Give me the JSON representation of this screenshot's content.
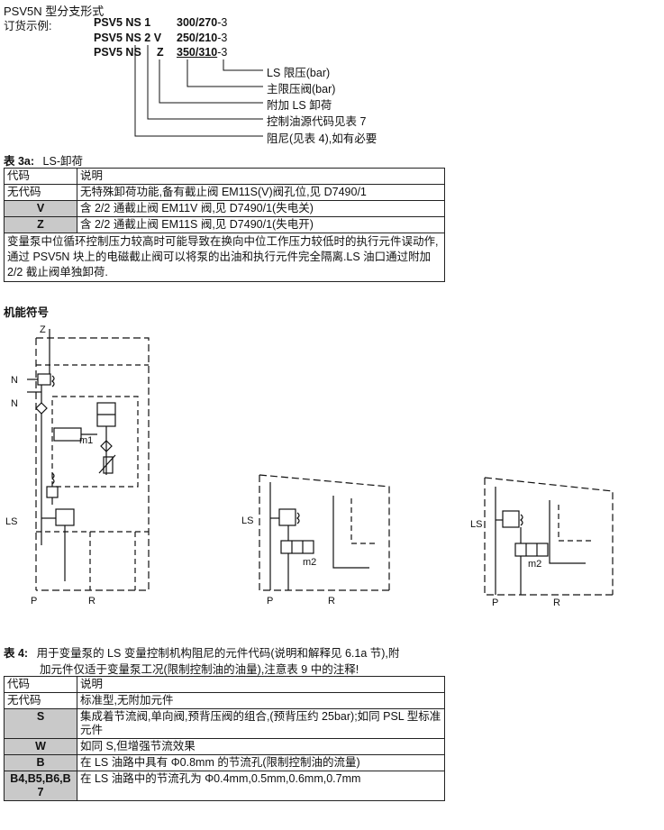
{
  "header": {
    "title": "PSV5N 型分支形式",
    "order_example_label": "订货示例:",
    "rows": [
      {
        "model": "PSV5 NS 1",
        "pressure": "300/270",
        "suffix": "-3"
      },
      {
        "model": "PSV5 NS 2 V",
        "pressure": "250/210",
        "suffix": "-3"
      },
      {
        "model_a": "PSV5 NS",
        "model_b": "Z",
        "pressure_a": "350/310",
        "suffix": "-3"
      }
    ],
    "legend": [
      "LS 限压(bar)",
      "主限压阀(bar)",
      "附加 LS 卸荷",
      "控制油源代码见表 7",
      "阻尼(见表 4),如有必要"
    ]
  },
  "table3a": {
    "caption_num": "表 3a:",
    "caption_text": "LS-卸荷",
    "header": [
      "代码",
      "说明"
    ],
    "rows": [
      {
        "code": "无代码",
        "desc": "无特殊卸荷功能,备有截止阀 EM11S(V)阀孔位,见 D7490/1",
        "gray": false
      },
      {
        "code": "V",
        "desc": "含 2/2 通截止阀 EM11V 阀,见 D7490/1(失电关)",
        "gray": true
      },
      {
        "code": "Z",
        "desc": "含 2/2 通截止阀 EM11S 阀,见 D7490/1(失电开)",
        "gray": true
      }
    ],
    "note": "变量泵中位循环控制压力较高时可能导致在换向中位工作压力较低时的执行元件误动作,通过 PSV5N 块上的电磁截止阀可以将泵的出油和执行元件完全隔离.LS 油口通过附加 2/2 截止阀单独卸荷."
  },
  "symbols": {
    "heading": "机能符号",
    "labels": {
      "z": "Z",
      "n1": "N",
      "n2": "N",
      "m1": "m1",
      "ls": "LS",
      "p": "P",
      "r": "R",
      "ls2": "LS",
      "m2": "m2",
      "p2": "P",
      "r2": "R",
      "ls3": "LS",
      "m3": "m2",
      "p3": "P",
      "r3": "R"
    }
  },
  "table4": {
    "caption_num": "表 4:",
    "caption_line1": "用于变量泵的 LS 变量控制机构阻尼的元件代码(说明和解释见 6.1a 节),附",
    "caption_line2": "加元件仅适于变量泵工况(限制控制油的油量),注意表 9 中的注释!",
    "header": [
      "代码",
      "说明"
    ],
    "rows": [
      {
        "code": "无代码",
        "desc": "标准型,无附加元件",
        "gray": false
      },
      {
        "code": "S",
        "desc": "集成着节流阀,单向阀,预背压阀的组合,(预背压约 25bar);如同 PSL 型标准元件",
        "gray": true
      },
      {
        "code": "W",
        "desc": "如同 S,但增强节流效果",
        "gray": true
      },
      {
        "code": "B",
        "desc": "在 LS 油路中具有 Φ0.8mm 的节流孔(限制控制油的流量)",
        "gray": true
      },
      {
        "code": "B4,B5,B6,B7",
        "desc": "在 LS 油路中的节流孔为 Φ0.4mm,0.5mm,0.6mm,0.7mm",
        "gray": true
      }
    ]
  }
}
